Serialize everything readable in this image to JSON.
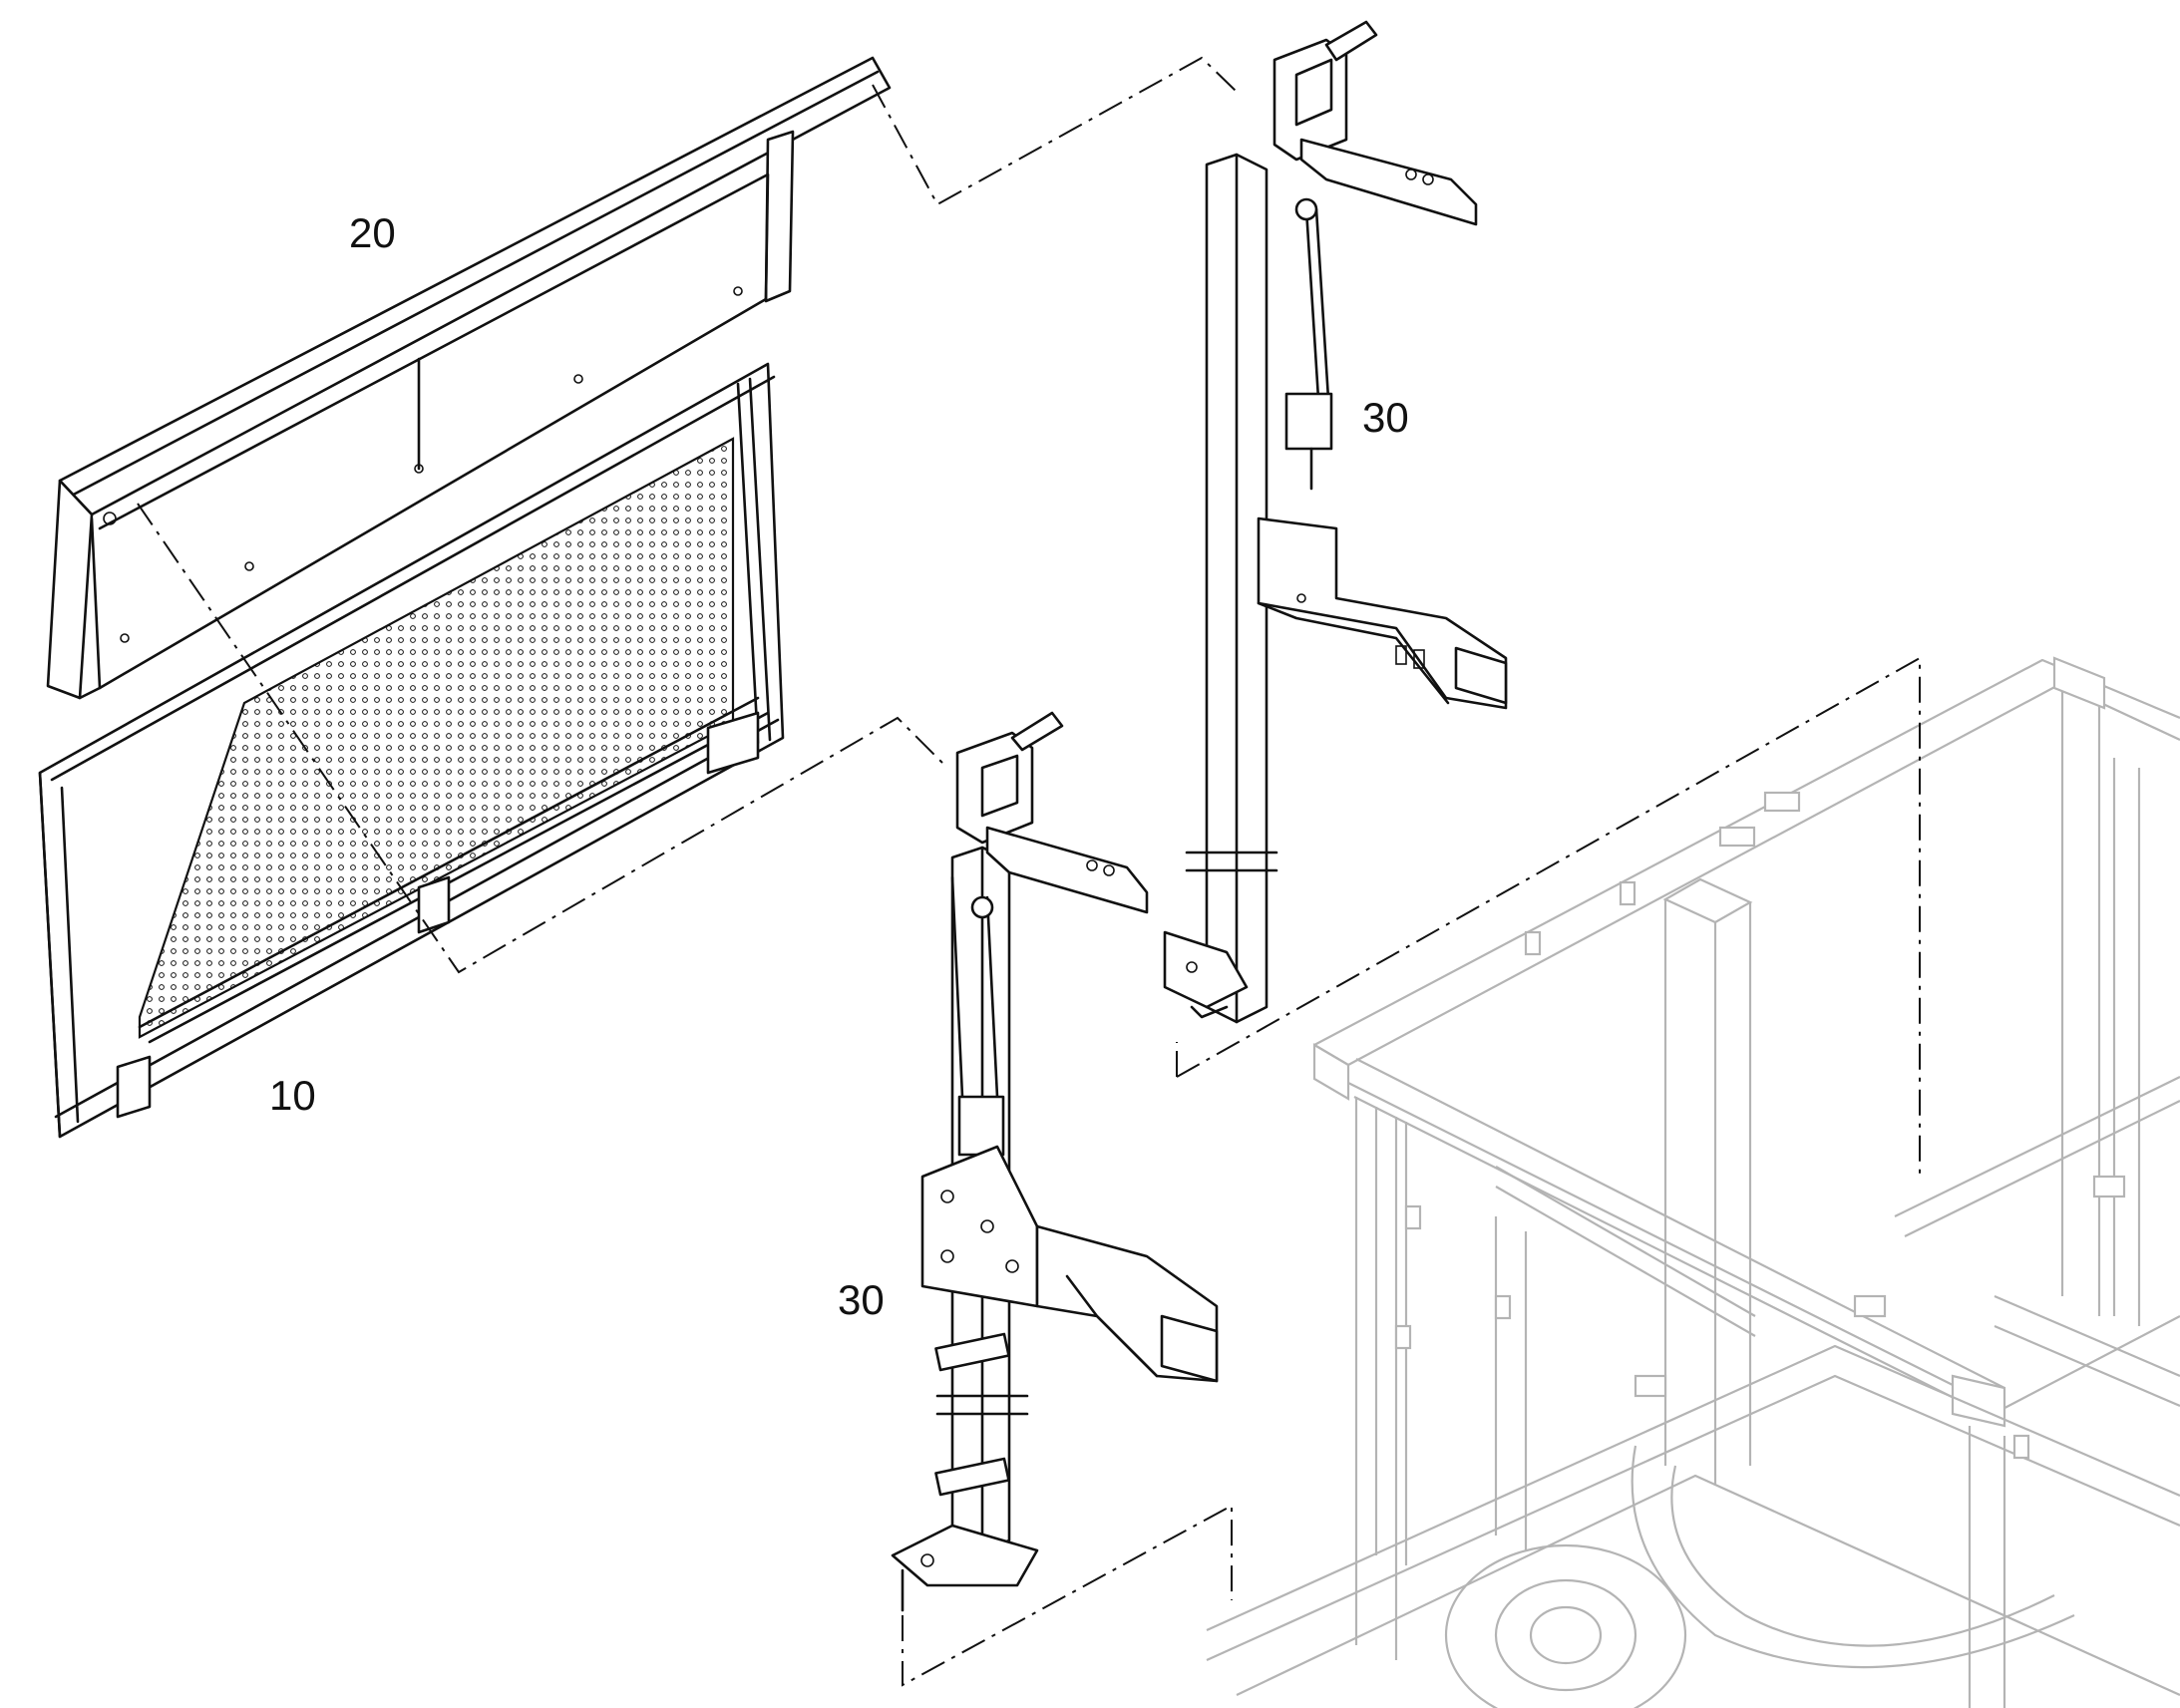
{
  "callouts": [
    {
      "id": "part-20",
      "text": "20"
    },
    {
      "id": "part-10",
      "text": "10"
    },
    {
      "id": "part-30-upper",
      "text": "30"
    },
    {
      "id": "part-30-lower",
      "text": "30"
    }
  ],
  "colors": {
    "ink": "#111111",
    "ghost_frame": "#b4b4b4",
    "background": "#ffffff"
  }
}
